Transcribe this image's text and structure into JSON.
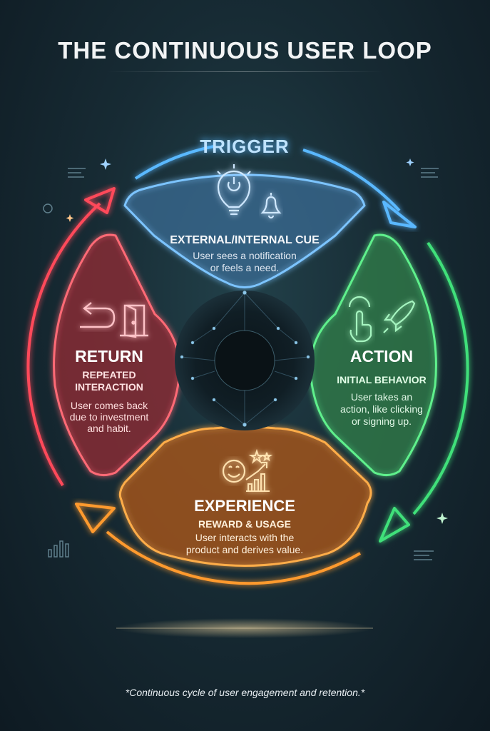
{
  "title": "THE CONTINUOUS USER LOOP",
  "trigger": {
    "heading": "TRIGGER",
    "title": "EXTERNAL/INTERNAL CUE",
    "description_lines": [
      "User sees a notification",
      "or feels a need."
    ]
  },
  "action": {
    "title": "ACTION",
    "subtitle": "INITIAL BEHAVIOR",
    "description_lines": [
      "User takes an",
      "action, like clicking",
      "or signing up."
    ]
  },
  "experience": {
    "title": "EXPERIENCE",
    "subtitle": "REWARD & USAGE",
    "description_lines": [
      "User interacts with the",
      "product and derives value."
    ]
  },
  "return": {
    "title": "RETURN",
    "subtitle_lines": [
      "REPEATED",
      "INTERACTION"
    ],
    "description_lines": [
      "User comes back",
      "due to investment",
      "and habit."
    ]
  },
  "footnote": "*Continuous cycle of user engagement and retention.*",
  "colors": {
    "trigger": "#4aa8ff",
    "action": "#3fe07a",
    "experience": "#ff9a2e",
    "return": "#ff4a5a"
  },
  "icons": [
    "lightbulb-power-icon",
    "bell-icon",
    "pointer-hand-icon",
    "rocket-icon",
    "smiley-icon",
    "growth-chart-icon",
    "return-arrow-icon",
    "door-exit-icon"
  ]
}
